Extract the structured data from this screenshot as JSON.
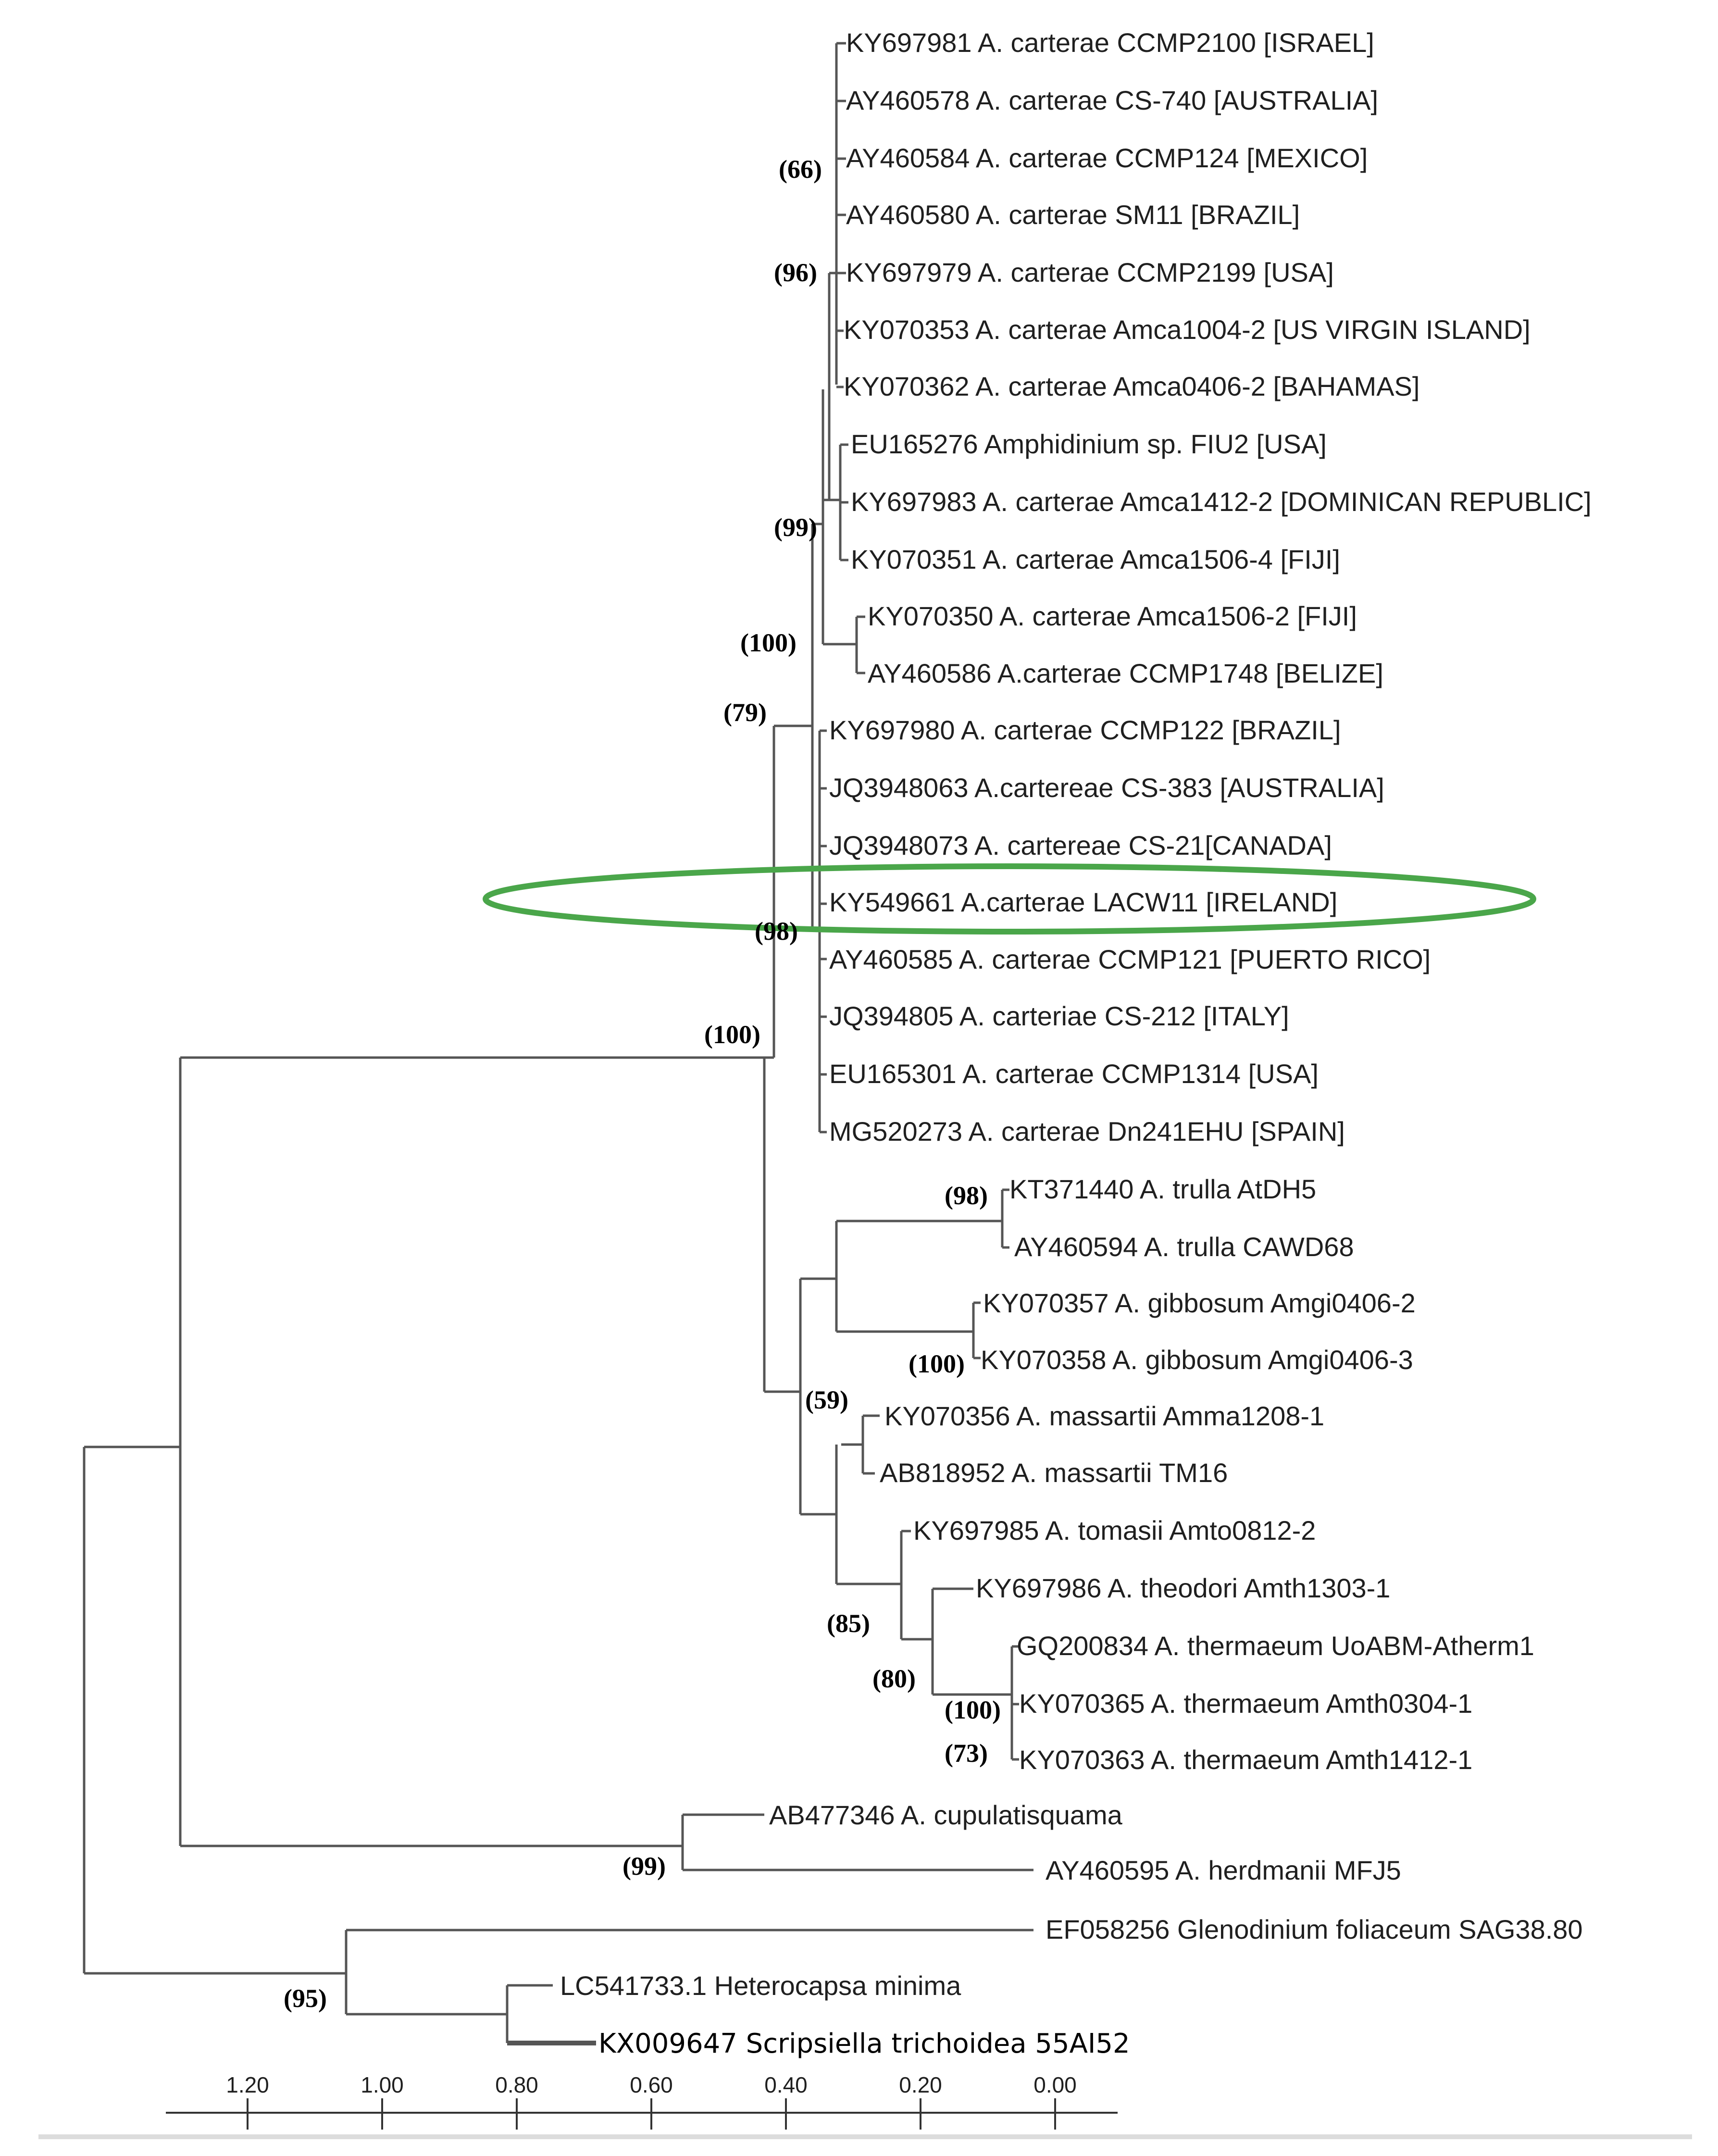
{
  "taxa": [
    {
      "text": "KY697981 A. carterae CCMP2100 [ISRAEL]"
    },
    {
      "text": "AY460578 A. carterae CS-740 [AUSTRALIA]"
    },
    {
      "text": "AY460584 A. carterae CCMP124 [MEXICO]"
    },
    {
      "text": "AY460580 A. carterae SM11 [BRAZIL]"
    },
    {
      "text": "KY697979 A. carterae CCMP2199 [USA]"
    },
    {
      "text": "KY070353  A. carterae Amca1004-2 [US VIRGIN ISLAND]"
    },
    {
      "text": "KY070362  A. carterae Amca0406-2 [BAHAMAS]"
    },
    {
      "text": "EU165276 Amphidinium sp. FIU2 [USA]"
    },
    {
      "text": "KY697983  A. carterae Amca1412-2 [DOMINICAN REPUBLIC]"
    },
    {
      "text": "KY070351  A. carterae Amca1506-4 [FIJI]"
    },
    {
      "text": "KY070350  A. carterae Amca1506-2 [FIJI]"
    },
    {
      "text": "AY460586  A.carterae CCMP1748 [BELIZE]"
    },
    {
      "text": "KY697980  A. carterae CCMP122 [BRAZIL]"
    },
    {
      "text": "JQ3948063 A.cartereae CS-383 [AUSTRALIA]"
    },
    {
      "text": "JQ3948073  A. cartereae CS-21[CANADA]"
    },
    {
      "text": "KY549661  A.carterae LACW11 [IRELAND]"
    },
    {
      "text": "AY460585  A. carterae CCMP121 [PUERTO RICO]"
    },
    {
      "text": "JQ394805  A. carteriae CS-212 [ITALY]"
    },
    {
      "text": "EU165301  A. carterae CCMP1314 [USA]"
    },
    {
      "text": "MG520273  A. carterae Dn241EHU [SPAIN]"
    },
    {
      "text": "KT371440 A. trulla AtDH5"
    },
    {
      "text": "AY460594 A. trulla CAWD68"
    },
    {
      "text": "KY070357  A. gibbosum Amgi0406-2"
    },
    {
      "text": "KY070358  A. gibbosum Amgi0406-3"
    },
    {
      "text": "KY070356  A. massartii Amma1208-1"
    },
    {
      "text": "AB818952  A. massartii TM16"
    },
    {
      "text": "KY697985  A. tomasii Amto0812-2"
    },
    {
      "text": "KY697986  A. theodori Amth1303-1"
    },
    {
      "text": "GQ200834 A. thermaeum UoABM-Atherm1"
    },
    {
      "text": "KY070365  A. thermaeum Amth0304-1"
    },
    {
      "text": "KY070363  A. thermaeum Amth1412-1"
    },
    {
      "text": "AB477346 A. cupulatisquama"
    },
    {
      "text": "AY460595  A. herdmanii MFJ5"
    },
    {
      "text": "EF058256 Glenodinium foliaceum SAG38.80"
    },
    {
      "text": "LC541733.1 Heterocapsa minima"
    },
    {
      "text": "KX009647 Scripsiella trichoidea 55AI52"
    }
  ],
  "support_values": [
    {
      "text": "(66)"
    },
    {
      "text": "(96)"
    },
    {
      "text": "(99)"
    },
    {
      "text": "(100)"
    },
    {
      "text": "(79)"
    },
    {
      "text": "(98)"
    },
    {
      "text": "(100)"
    },
    {
      "text": "(98)"
    },
    {
      "text": "(100)"
    },
    {
      "text": "(59)"
    },
    {
      "text": "(85)"
    },
    {
      "text": "(80)"
    },
    {
      "text": "(100)"
    },
    {
      "text": "(73)"
    },
    {
      "text": "(99)"
    },
    {
      "text": "(95)"
    }
  ],
  "scale_ticks": [
    {
      "label": "1.20",
      "value": 1.2
    },
    {
      "label": "1.00",
      "value": 1.0
    },
    {
      "label": "0.80",
      "value": 0.8
    },
    {
      "label": "0.60",
      "value": 0.6
    },
    {
      "label": "0.40",
      "value": 0.4
    },
    {
      "label": "0.20",
      "value": 0.2
    },
    {
      "label": "0.00",
      "value": 0.0
    }
  ],
  "colors": {
    "highlight": "#4aa64a",
    "branch": "#555555",
    "text": "#1f1f1f"
  }
}
